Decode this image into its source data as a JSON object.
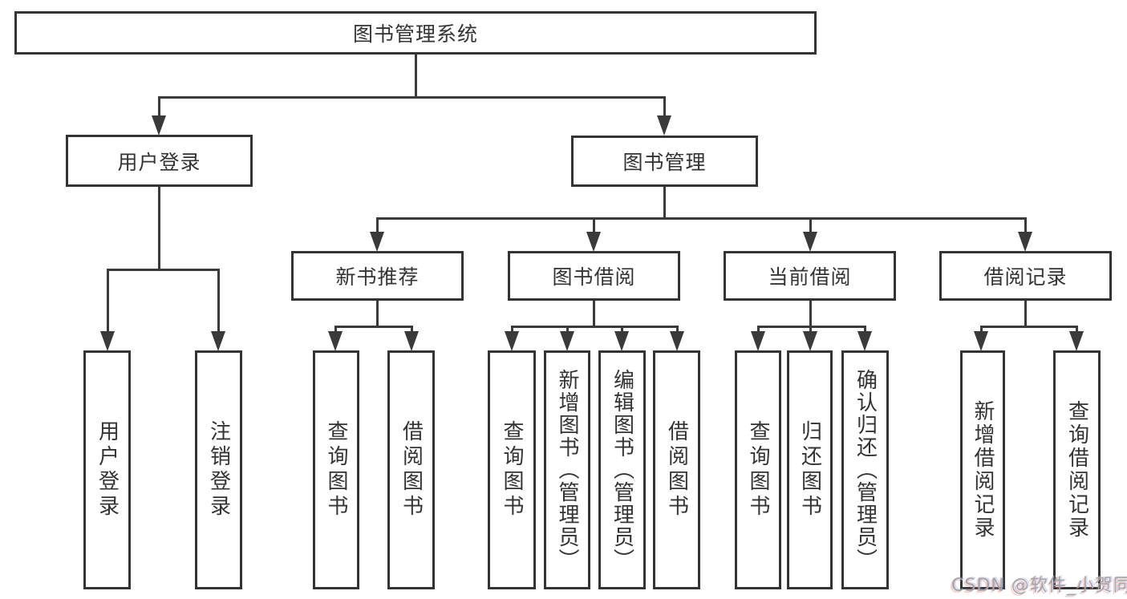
{
  "title": {
    "label": "图书管理系统"
  },
  "level2": {
    "user_login": "用户登录",
    "book_management": "图书管理"
  },
  "level3": {
    "new_book_recommend": "新书推荐",
    "book_borrow": "图书借阅",
    "current_borrow": "当前借阅",
    "borrow_record": "借阅记录"
  },
  "leaves": {
    "user_login": "用户登录",
    "logout": "注销登录",
    "nb_query_books": "查询图书",
    "nb_borrow_books": "借阅图书",
    "bb_query_books": "查询图书",
    "bb_add_books": "新增图书（管理员）",
    "bb_edit_books": "编辑图书（管理员）",
    "bb_borrow_books": "借阅图书",
    "cb_query_books": "查询图书",
    "cb_return_books": "归还图书",
    "cb_confirm_return": "确认归还（管理员）",
    "br_add_record": "新增借阅记录",
    "br_query_record": "查询借阅记录"
  },
  "watermark": "CSDN @软件_小贺同学",
  "colors": {
    "line": "#3a3a3a",
    "border": "#343434",
    "text": "#333333",
    "watermark_gray": "#a5a5a5",
    "background": "#ffffff"
  }
}
